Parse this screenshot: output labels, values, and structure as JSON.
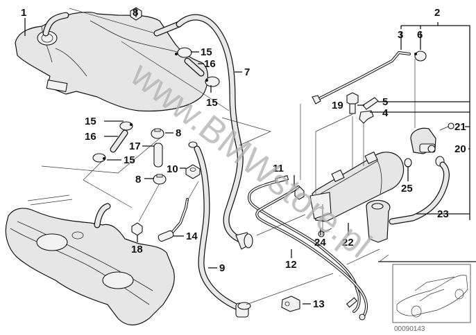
{
  "diagram": {
    "title": "Fuel tank ventilation / activated charcoal filter parts diagram",
    "watermark": "www.BMWstore.pl",
    "reference_code": "00090143",
    "part_labels": [
      {
        "id": "1",
        "part": "fuel-tank-upper"
      },
      {
        "id": "2",
        "part": "charcoal-filter-assembly-group"
      },
      {
        "id": "3",
        "part": "vent-line"
      },
      {
        "id": "4",
        "part": "holder-clip"
      },
      {
        "id": "5",
        "part": "rubber-pad"
      },
      {
        "id": "6",
        "part": "hose-clamp"
      },
      {
        "id": "7",
        "part": "vent-hose-long"
      },
      {
        "id": "8",
        "part": "hose-clamp-small"
      },
      {
        "id": "9",
        "part": "vent-hose-lower"
      },
      {
        "id": "10",
        "part": "nut"
      },
      {
        "id": "11",
        "part": "fuel-line-connector"
      },
      {
        "id": "12",
        "part": "fuel-feed-lines"
      },
      {
        "id": "13",
        "part": "pipe-holder"
      },
      {
        "id": "14",
        "part": "vent-pipe"
      },
      {
        "id": "15",
        "part": "hose-clamp"
      },
      {
        "id": "16",
        "part": "hose-piece"
      },
      {
        "id": "17",
        "part": "hose-piece"
      },
      {
        "id": "18",
        "part": "hose-clamp-small"
      },
      {
        "id": "19",
        "part": "hex-bolt"
      },
      {
        "id": "20",
        "part": "purge-valve"
      },
      {
        "id": "21",
        "part": "screw"
      },
      {
        "id": "22",
        "part": "activated-charcoal-canister"
      },
      {
        "id": "23",
        "part": "vent-hose-canister"
      },
      {
        "id": "24",
        "part": "screw"
      },
      {
        "id": "25",
        "part": "connector-fitting"
      }
    ],
    "labels": {
      "l1": "1",
      "l2": "2",
      "l3": "3",
      "l4": "4",
      "l5": "5",
      "l6": "6",
      "l7": "7",
      "l8a": "8",
      "l8b": "8",
      "l8c": "8",
      "l9": "9",
      "l10": "10",
      "l11": "11",
      "l12": "12",
      "l13": "13",
      "l14": "14",
      "l15a": "15",
      "l15b": "15",
      "l15c": "15",
      "l15d": "15",
      "l16a": "16",
      "l16b": "16",
      "l17": "17",
      "l18": "18",
      "l19": "19",
      "l20": "20",
      "l21": "21",
      "l22": "22",
      "l23": "23",
      "l24": "24",
      "l25": "25"
    },
    "inset": {
      "label": "vehicle-overview",
      "code": "00090143"
    }
  }
}
